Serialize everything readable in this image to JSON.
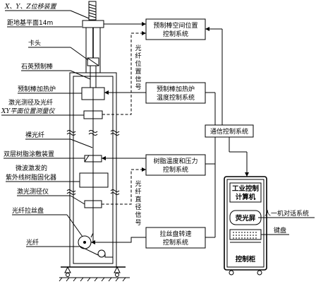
{
  "labels": {
    "xyz_device": "X、Y、Z位移装置",
    "height": "距地基平面14m",
    "chuck": "卡头",
    "preform_rod": "石英预制棒",
    "furnace": "预制棒加热炉",
    "laser_xy_l1": "激光测径及光纤",
    "laser_xy_l2": "XY平面位置测量仪",
    "bare_fiber": "裸光纤",
    "double_coat": "双层树脂涂敷装置",
    "uv_cure_l1": "微波激发的",
    "uv_cure_l2": "紫外线树脂固化器",
    "laser_gauge": "激光测径仪",
    "capstan": "光纤拉丝盘",
    "fiber": "光纤"
  },
  "boxes": {
    "position_ctrl_l1": "预制棒空间位置",
    "position_ctrl_l2": "控制系统",
    "heat_ctrl_l1": "预制棒加热炉",
    "heat_ctrl_l2": "温度控制系统",
    "comm_ctrl": "通信控制系统",
    "resin_ctrl_l1": "树脂温度和压力",
    "resin_ctrl_l2": "控制系统",
    "speed_ctrl_l1": "拉丝盘转速",
    "speed_ctrl_l2": "控制系统"
  },
  "vertical": {
    "pos_signal": "光纤位置信号",
    "dia_signal": "光纤直径信号"
  },
  "cabinet": {
    "computer_l1": "工业控制",
    "computer_l2": "计算机",
    "screen": "荧光屏",
    "hmi": "人一机对话系统",
    "keyboard": "键盘",
    "console": "控制柜"
  }
}
